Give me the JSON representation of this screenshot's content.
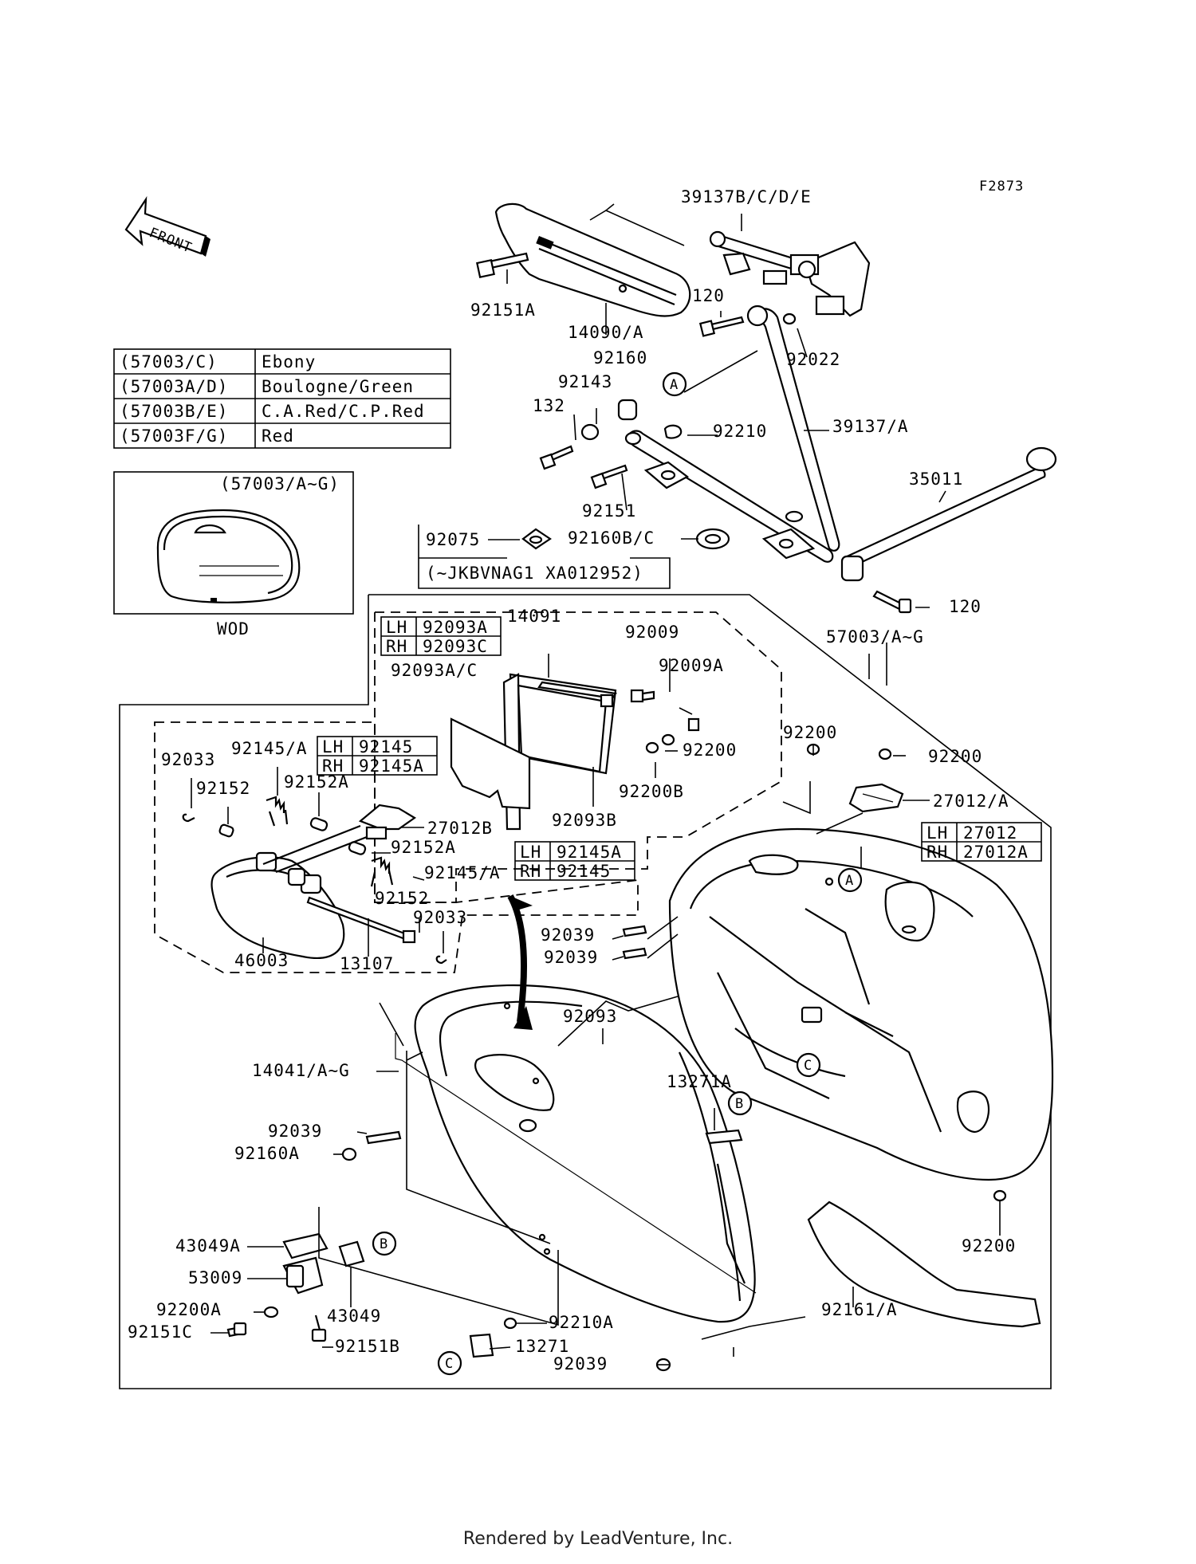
{
  "figure_code": "F2873",
  "front_label": "FRONT",
  "color_table": {
    "rows": [
      {
        "code": "(57003/C)",
        "color": "Ebony"
      },
      {
        "code": "(57003A/D)",
        "color": "Boulogne/Green"
      },
      {
        "code": "(57003B/E)",
        "color": "C.A.Red/C.P.Red"
      },
      {
        "code": "(57003F/G)",
        "color": "Red"
      }
    ]
  },
  "inset": {
    "title": "(57003/A~G)",
    "caption": "WOD"
  },
  "serial_note": {
    "part": "92075",
    "text": "(~JKBVNAG1 XA012952)"
  },
  "side_tables": {
    "t92093": {
      "lh_label": "LH",
      "lh": "92093A",
      "rh_label": "RH",
      "rh": "92093C"
    },
    "t92145_top": {
      "lh_label": "LH",
      "lh": "92145",
      "rh_label": "RH",
      "rh": "92145A"
    },
    "t92145_mid": {
      "lh_label": "LH",
      "lh": "92145A",
      "rh_label": "RH",
      "rh": "92145"
    },
    "t27012": {
      "lh_label": "LH",
      "lh": "27012",
      "rh_label": "RH",
      "rh": "27012A"
    }
  },
  "callouts": {
    "a": "A",
    "b": "B",
    "c": "C"
  },
  "labels": {
    "p39137bcde": "39137B/C/D/E",
    "p92151a": "92151A",
    "p14090a": "14090/A",
    "p120_top": "120",
    "p92022": "92022",
    "p92160": "92160",
    "p92143": "92143",
    "p132": "132",
    "p92210": "92210",
    "p39137a": "39137/A",
    "p35011": "35011",
    "p92151": "92151",
    "p92160bc": "92160B/C",
    "p120_bot": "120",
    "p14091": "14091",
    "p92009": "92009",
    "p92009a": "92009A",
    "p92093ac": "92093A/C",
    "p57003ag": "57003/A~G",
    "p92200_a": "92200",
    "p92200_b": "92200",
    "p92200_c": "92200",
    "p92200b": "92200B",
    "p92093b": "92093B",
    "p27012a": "27012/A",
    "p92145a_top": "92145/A",
    "p92033_top": "92033",
    "p92152_top": "92152",
    "p92152a_top": "92152A",
    "p27012b": "27012B",
    "p92152a_mid": "92152A",
    "p92145a_mid": "92145/A",
    "p92152_mid": "92152",
    "p92033_mid": "92033",
    "p46003": "46003",
    "p13107": "13107",
    "p92039_a": "92039",
    "p92039_b": "92039",
    "p92093": "92093",
    "p14041ag": "14041/A~G",
    "p13271a": "13271A",
    "p92039_c": "92039",
    "p92160a": "92160A",
    "p92200_d": "92200",
    "p43049a": "43049A",
    "p53009": "53009",
    "p43049": "43049",
    "p92200a": "92200A",
    "p92151c": "92151C",
    "p92151b": "92151B",
    "p92210a": "92210A",
    "p13271": "13271",
    "p92039_d": "92039",
    "p92161a": "92161/A"
  },
  "footer": "Rendered by LeadVenture, Inc."
}
